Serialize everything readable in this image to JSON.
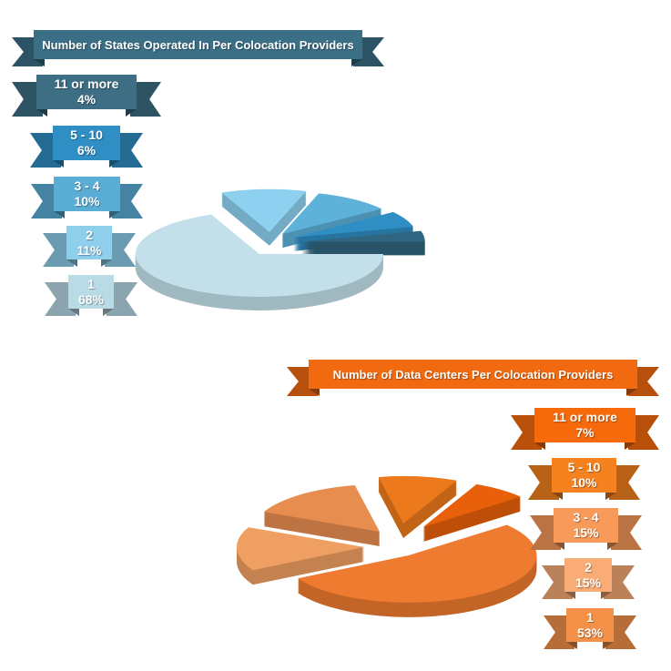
{
  "chart_data": [
    {
      "type": "pie",
      "title": "Number of States Operated In Per Colocation Providers",
      "categories": [
        "11 or more",
        "5 - 10",
        "3 - 4",
        "2",
        "1"
      ],
      "values": [
        4,
        6,
        10,
        11,
        68
      ],
      "labels": [
        "4%",
        "6%",
        "10%",
        "11%",
        "68%"
      ],
      "colors": [
        "#2f6580",
        "#2f8fc4",
        "#5eb1d9",
        "#8dd0ef",
        "#c3e0ea"
      ],
      "ribbon_colors": [
        "#3d6e84",
        "#2f8fc4",
        "#5aaed6",
        "#8ecfec",
        "#b9dbe6"
      ],
      "title_color": "#3b6f86",
      "legend_placement": "left"
    },
    {
      "type": "pie",
      "title": "Number of Data Centers Per Colocation Providers",
      "categories": [
        "11 or more",
        "5 - 10",
        "3 - 4",
        "2",
        "1"
      ],
      "values": [
        7,
        10,
        15,
        15,
        53
      ],
      "labels": [
        "7%",
        "10%",
        "15%",
        "15%",
        "53%"
      ],
      "colors": [
        "#e8600a",
        "#ec7a1c",
        "#e88d50",
        "#ef9f62",
        "#ee7b30"
      ],
      "ribbon_colors": [
        "#f66a0c",
        "#f5821f",
        "#f89a5a",
        "#f9ac76",
        "#f39149"
      ],
      "title_color": "#f26a10",
      "legend_placement": "right"
    }
  ]
}
